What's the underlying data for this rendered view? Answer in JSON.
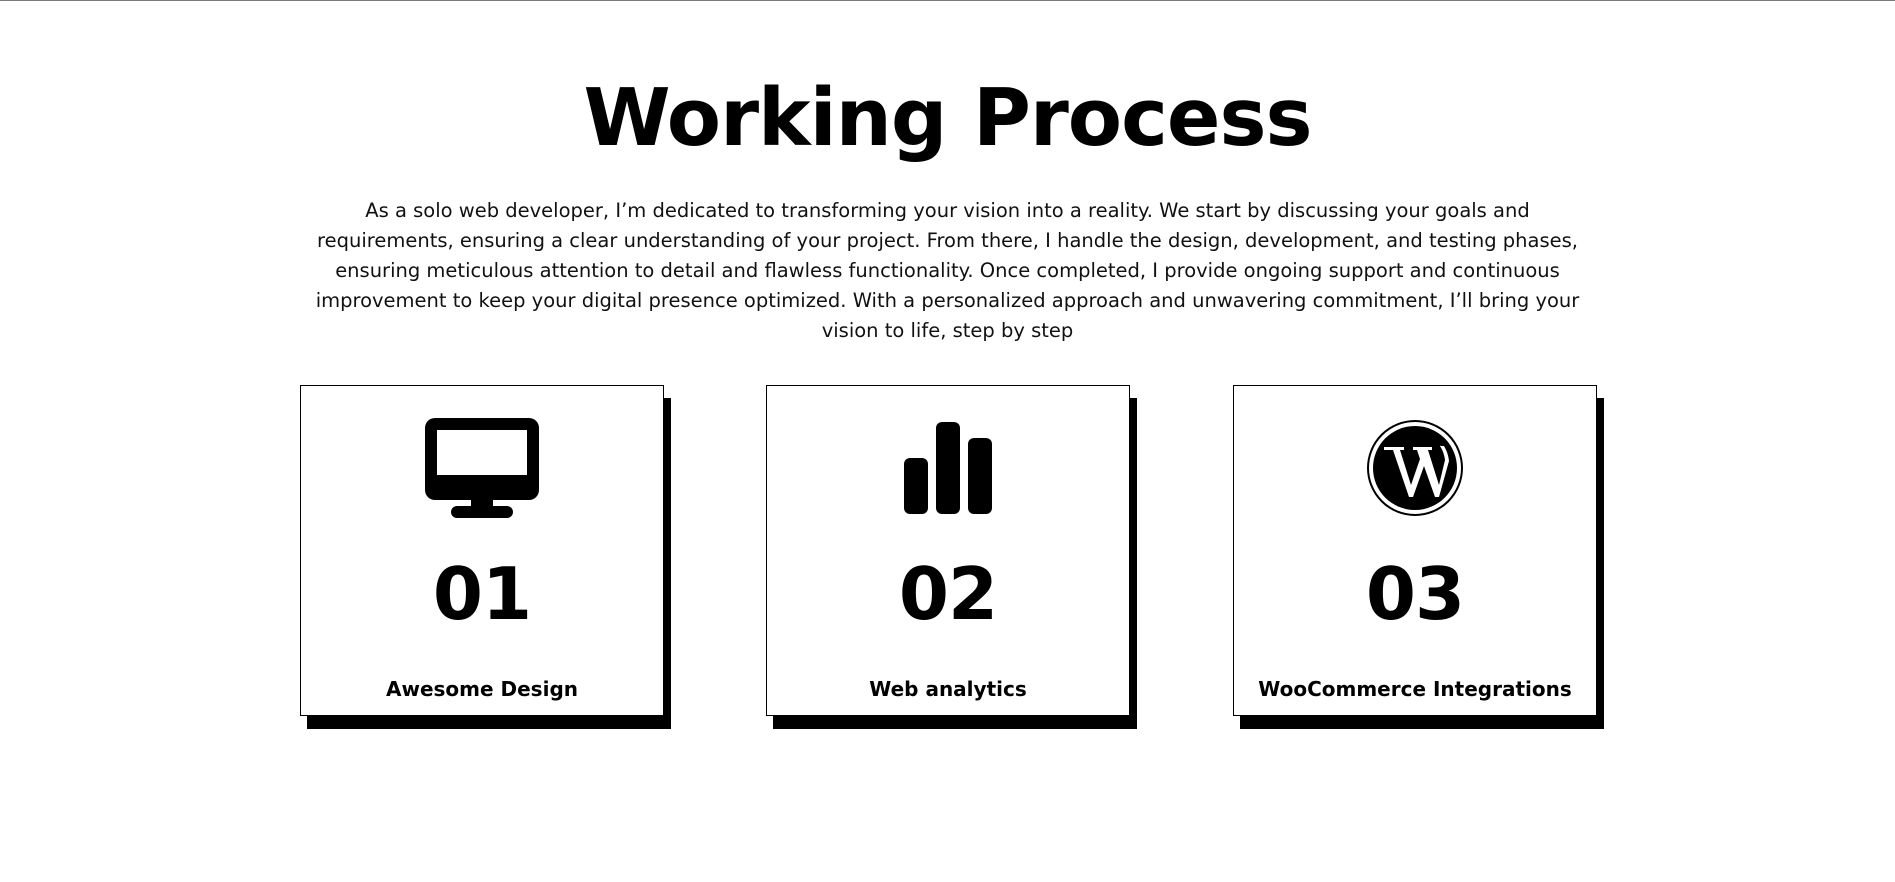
{
  "section": {
    "heading": "Working Process",
    "intro": "As a solo web developer, I’m dedicated to transforming your vision into a reality. We start by discussing your goals and requirements, ensuring a clear understanding of your project. From there, I handle the design, development, and testing phases, ensuring meticulous attention to detail and flawless functionality. Once completed, I provide ongoing support and continuous improvement to keep your digital presence optimized. With a personalized approach and unwavering commitment, I’ll bring your vision to life, step by step"
  },
  "cards": [
    {
      "icon": "monitor-icon",
      "number": "01",
      "title": "Awesome Design"
    },
    {
      "icon": "bar-chart-icon",
      "number": "02",
      "title": "Web analytics"
    },
    {
      "icon": "wordpress-icon",
      "number": "03",
      "title": "WooCommerce Integrations"
    }
  ],
  "colors": {
    "background": "#ffffff",
    "foreground": "#000000",
    "top_rule": "#7a7a7a"
  }
}
